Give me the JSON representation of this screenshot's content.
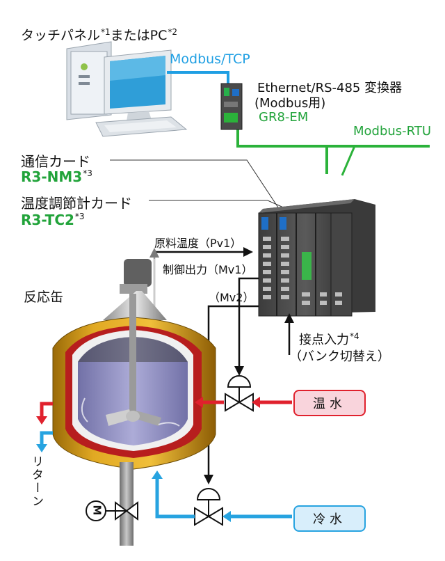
{
  "title_touchpanel": "タッチパネル",
  "title_or_pc": "またはPC",
  "note1": "*1",
  "note2": "*2",
  "note3a": "*3",
  "note3b": "*3",
  "note4": "*4",
  "modbus_tcp": "Modbus/TCP",
  "converter_line1": "Ethernet/RS-485 変換器",
  "converter_line2": "(Modbus用)",
  "converter_model": "GR8-EM",
  "modbus_rtu": "Modbus-RTU",
  "comm_card_label": "通信カード",
  "comm_card_model": "R3-NM3",
  "temp_card_label": "温度調節計カード",
  "temp_card_model": "R3-TC2",
  "pv1": "原料温度（Pv1）",
  "mv1": "制御出力（Mv1）",
  "mv2": "（Mv2）",
  "reactor": "反応缶",
  "contact_input": "接点入力",
  "bank_switch": "（バンク切替え）",
  "hot_water": "温水",
  "cold_water": "冷水",
  "return": "リターン",
  "motor": "M",
  "colors": {
    "ethernet": "#1f9fe3",
    "rs485": "#2bb23a",
    "hot": "#e0212d",
    "cold": "#27a3e0",
    "hot_tag_bg": "#f9d4dc",
    "cold_tag_bg": "#d8eefb"
  }
}
